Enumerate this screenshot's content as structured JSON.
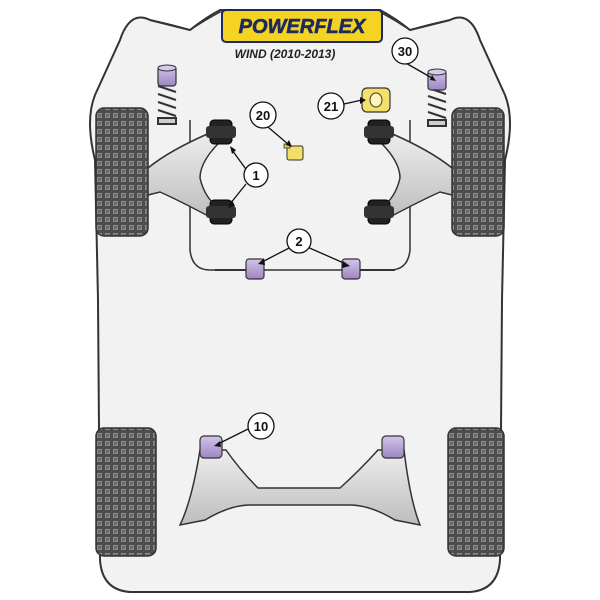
{
  "brand": {
    "logo_text": "POWERFLEX",
    "subtitle": "WIND (2010-2013)"
  },
  "callouts": {
    "c1": "1",
    "c2": "2",
    "c10": "10",
    "c20": "20",
    "c21": "21",
    "c30": "30"
  },
  "colors": {
    "body_fill": "#f0f0f0",
    "outline": "#333333",
    "arm_fill": "#d9d9d9",
    "bush_purple": "#b9a3d6",
    "bush_yellow": "#f3e06a",
    "tyre": "#5a5a5a",
    "logo_yellow": "#f5d323",
    "logo_navy": "#1e2a5c"
  }
}
